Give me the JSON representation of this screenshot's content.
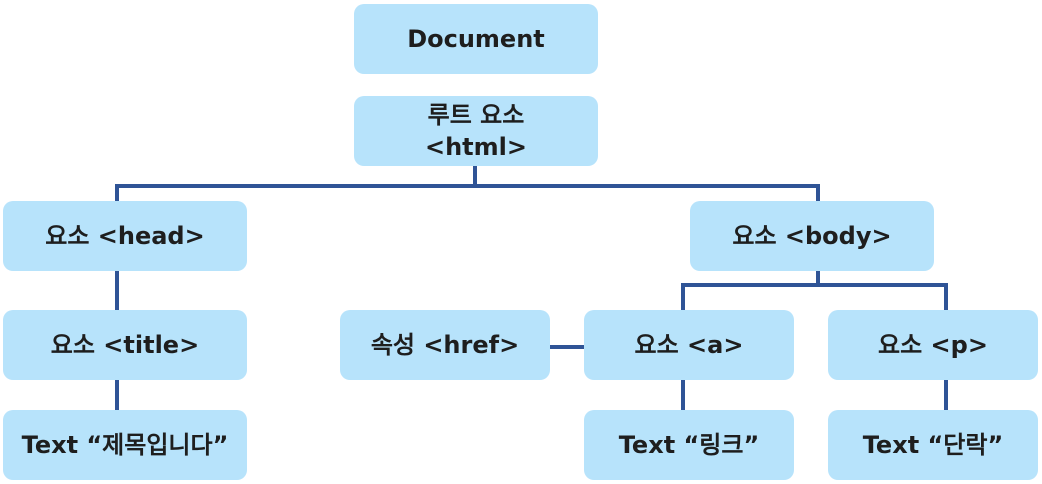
{
  "colors": {
    "node_fill": "#b7e3fb",
    "connector": "#2f5496",
    "text": "#1e1e1e"
  },
  "nodes": {
    "document": {
      "label": "Document"
    },
    "root": {
      "line1": "루트 요소",
      "line2": "<html>"
    },
    "head": {
      "label": "요소 <head>"
    },
    "body": {
      "label": "요소 <body>"
    },
    "title": {
      "label": "요소 <title>"
    },
    "href": {
      "label": "속성 <href>"
    },
    "a": {
      "label": "요소 <a>"
    },
    "p": {
      "label": "요소 <p>"
    },
    "text_title": {
      "label": "Text “제목입니다”"
    },
    "text_link": {
      "label": "Text “링크”"
    },
    "text_para": {
      "label": "Text “단락”"
    }
  }
}
